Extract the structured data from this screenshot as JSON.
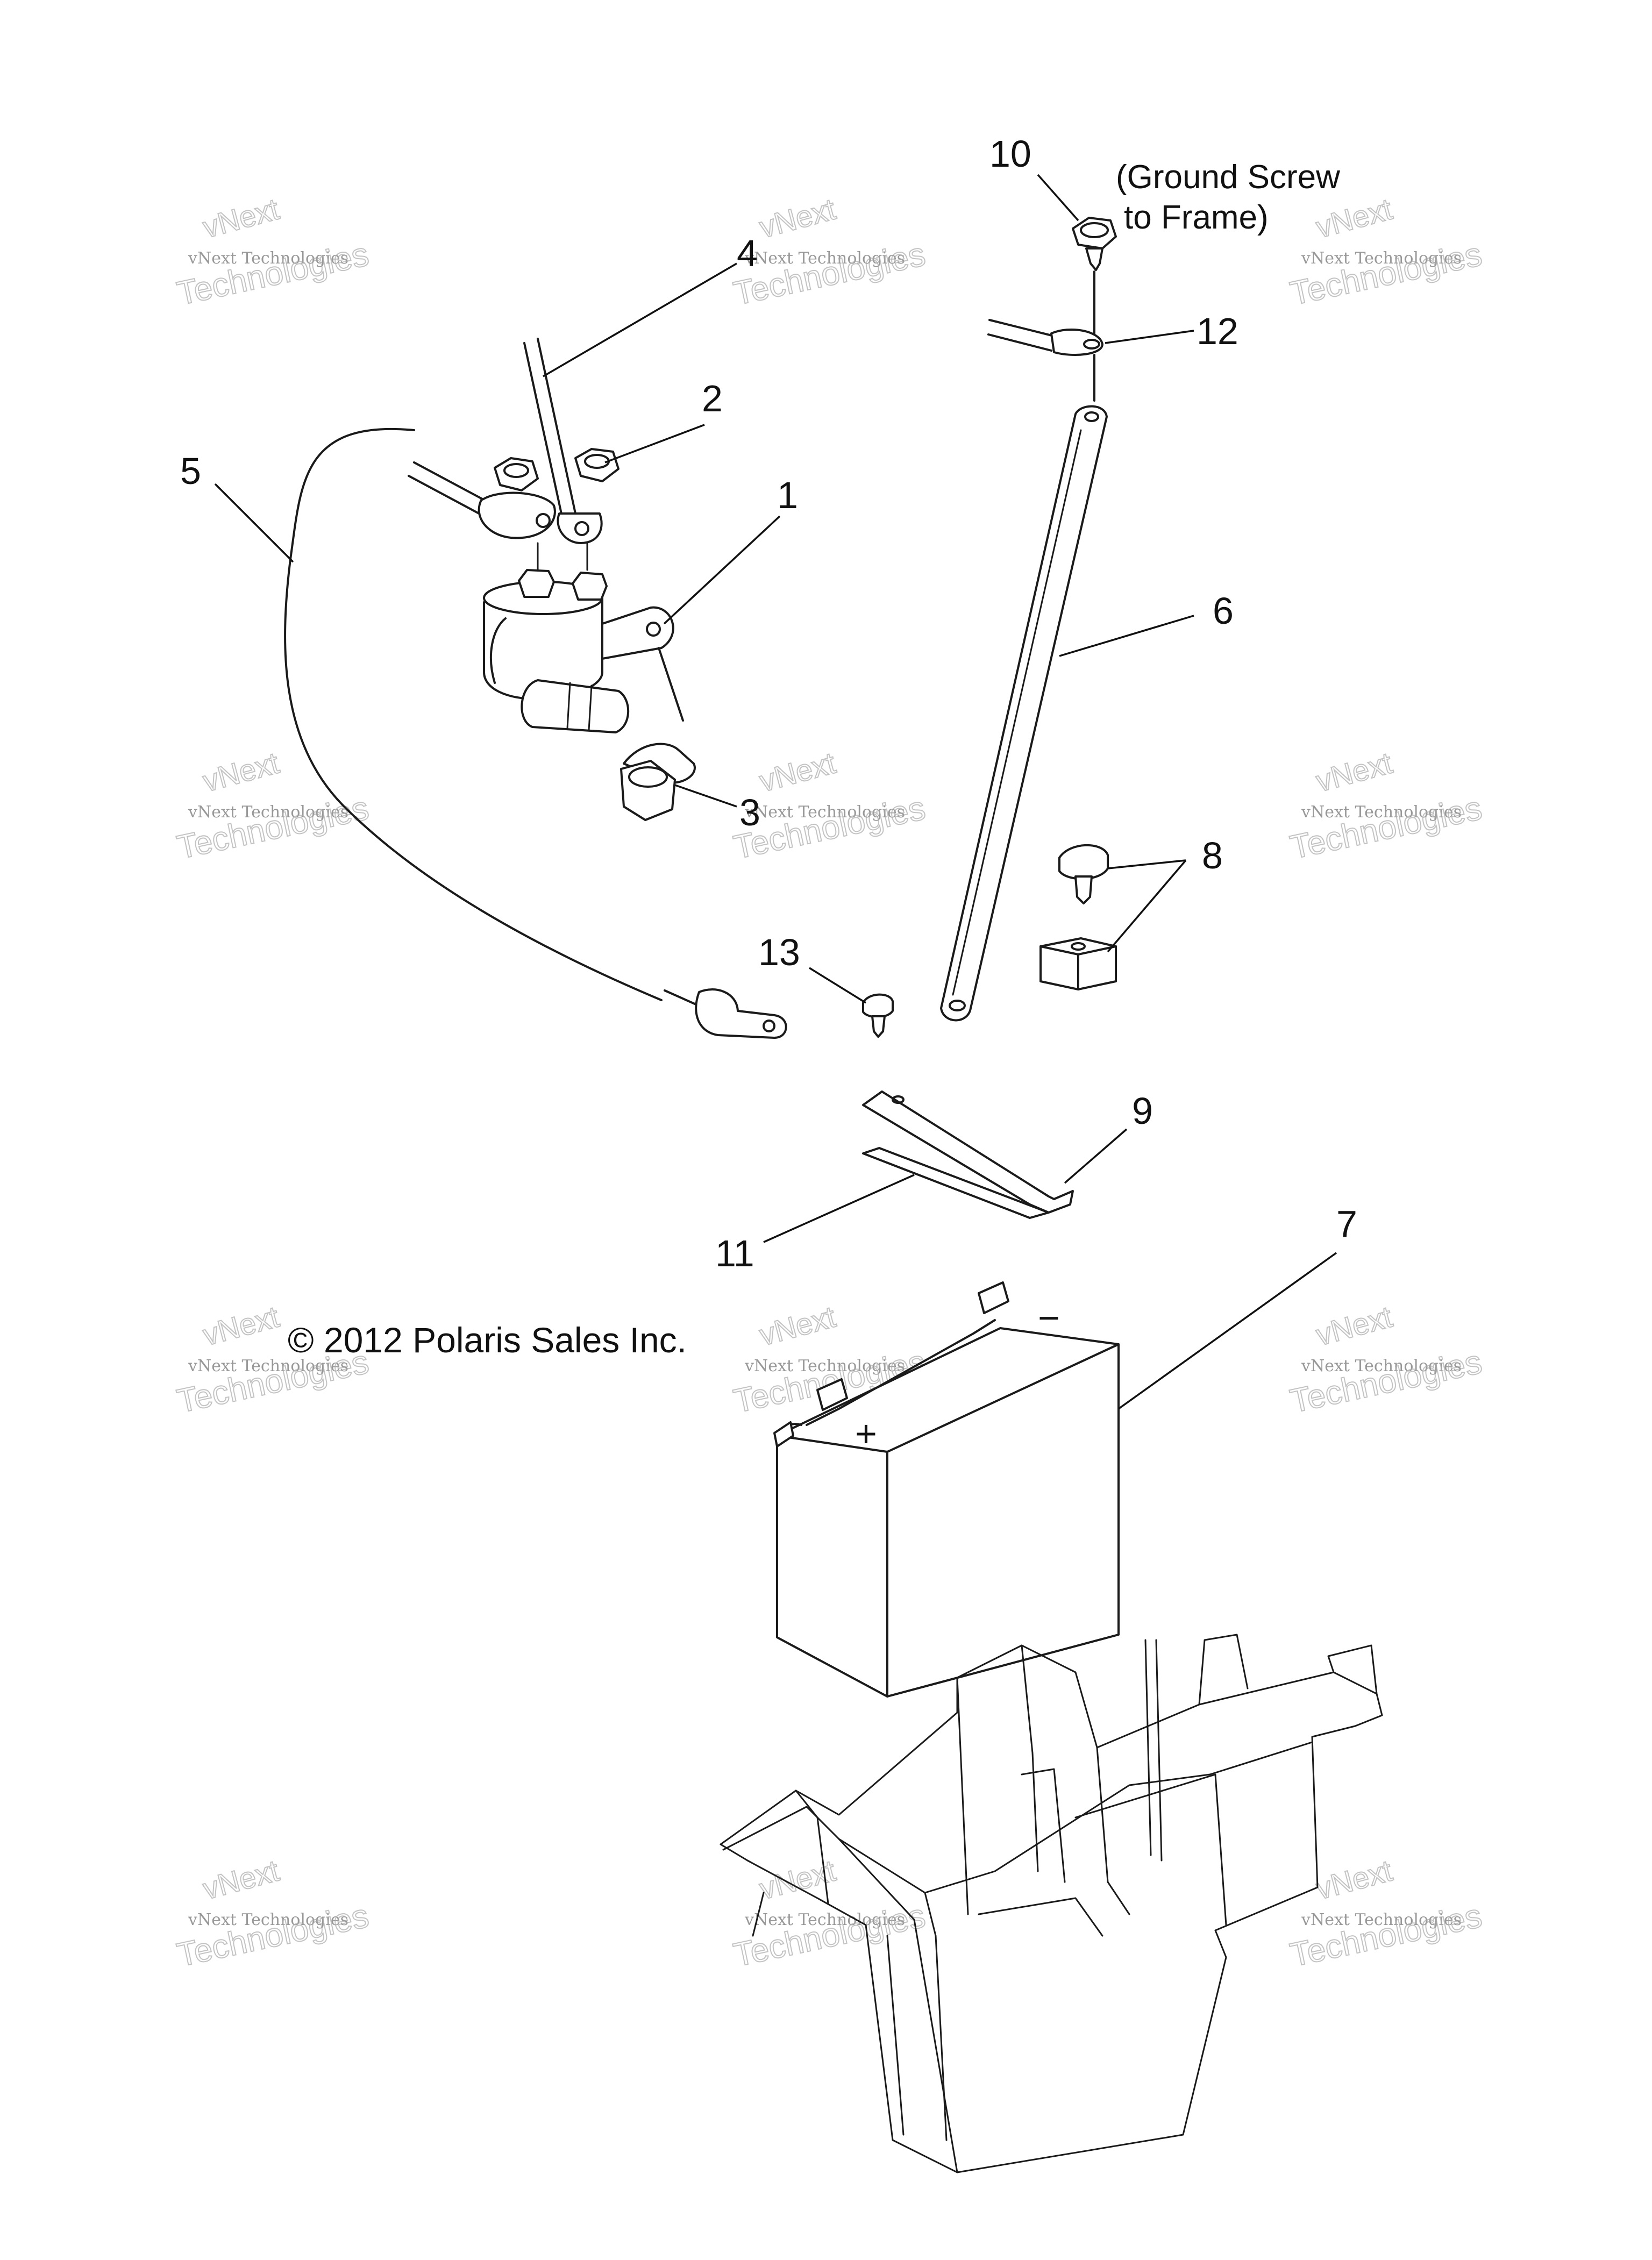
{
  "callouts": {
    "c1": "1",
    "c2": "2",
    "c3": "3",
    "c4": "4",
    "c5": "5",
    "c6": "6",
    "c7": "7",
    "c8": "8",
    "c9": "9",
    "c10": "10",
    "c11": "11",
    "c12": "12",
    "c13": "13"
  },
  "note": {
    "line1": "(Ground Screw",
    "line2": "to Frame)"
  },
  "copyright": "© 2012 Polaris Sales Inc.",
  "battery_marks": {
    "negative": "−",
    "positive": "+"
  },
  "watermark": {
    "line1": "vNext Technologies",
    "line2": "Technologies",
    "line3": "vNext"
  }
}
